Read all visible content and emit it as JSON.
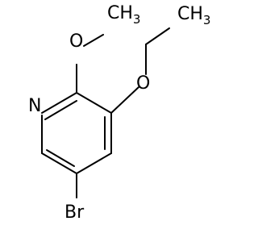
{
  "molecule": {
    "atoms": {
      "methyl_methoxy": {
        "label": "CH",
        "sub": "3"
      },
      "methoxy_oxygen": {
        "label": "O"
      },
      "ethyl_methyl": {
        "label": "CH",
        "sub": "3"
      },
      "ethoxy_oxygen": {
        "label": "O"
      },
      "ring_nitrogen": {
        "label": "N"
      },
      "bromine": {
        "label": "Br"
      }
    },
    "colors": {
      "line": "#000000",
      "background": "#ffffff"
    }
  }
}
